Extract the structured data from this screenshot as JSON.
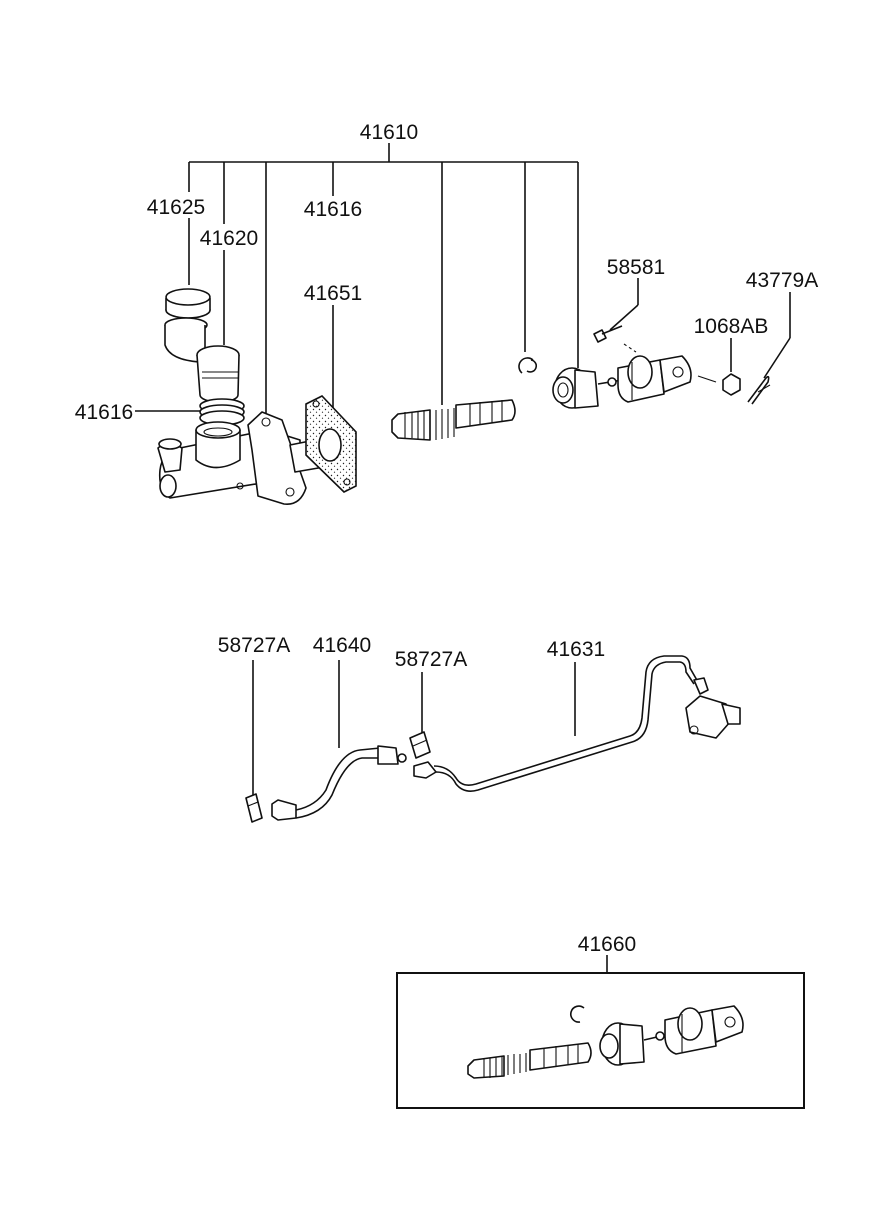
{
  "callouts": {
    "assembly_master_cylinder": "41610",
    "reservoir_cap": "41625",
    "reservoir": "41620",
    "grommet_top": "41616",
    "grommet_side": "41616",
    "gasket": "41651",
    "push_rod_clevis_bolt": "58581",
    "nut": "1068AB",
    "pin": "43779A",
    "clip_left": "58727A",
    "hose": "41640",
    "clip_right": "58727A",
    "pipe": "41631",
    "repair_kit": "41660"
  }
}
